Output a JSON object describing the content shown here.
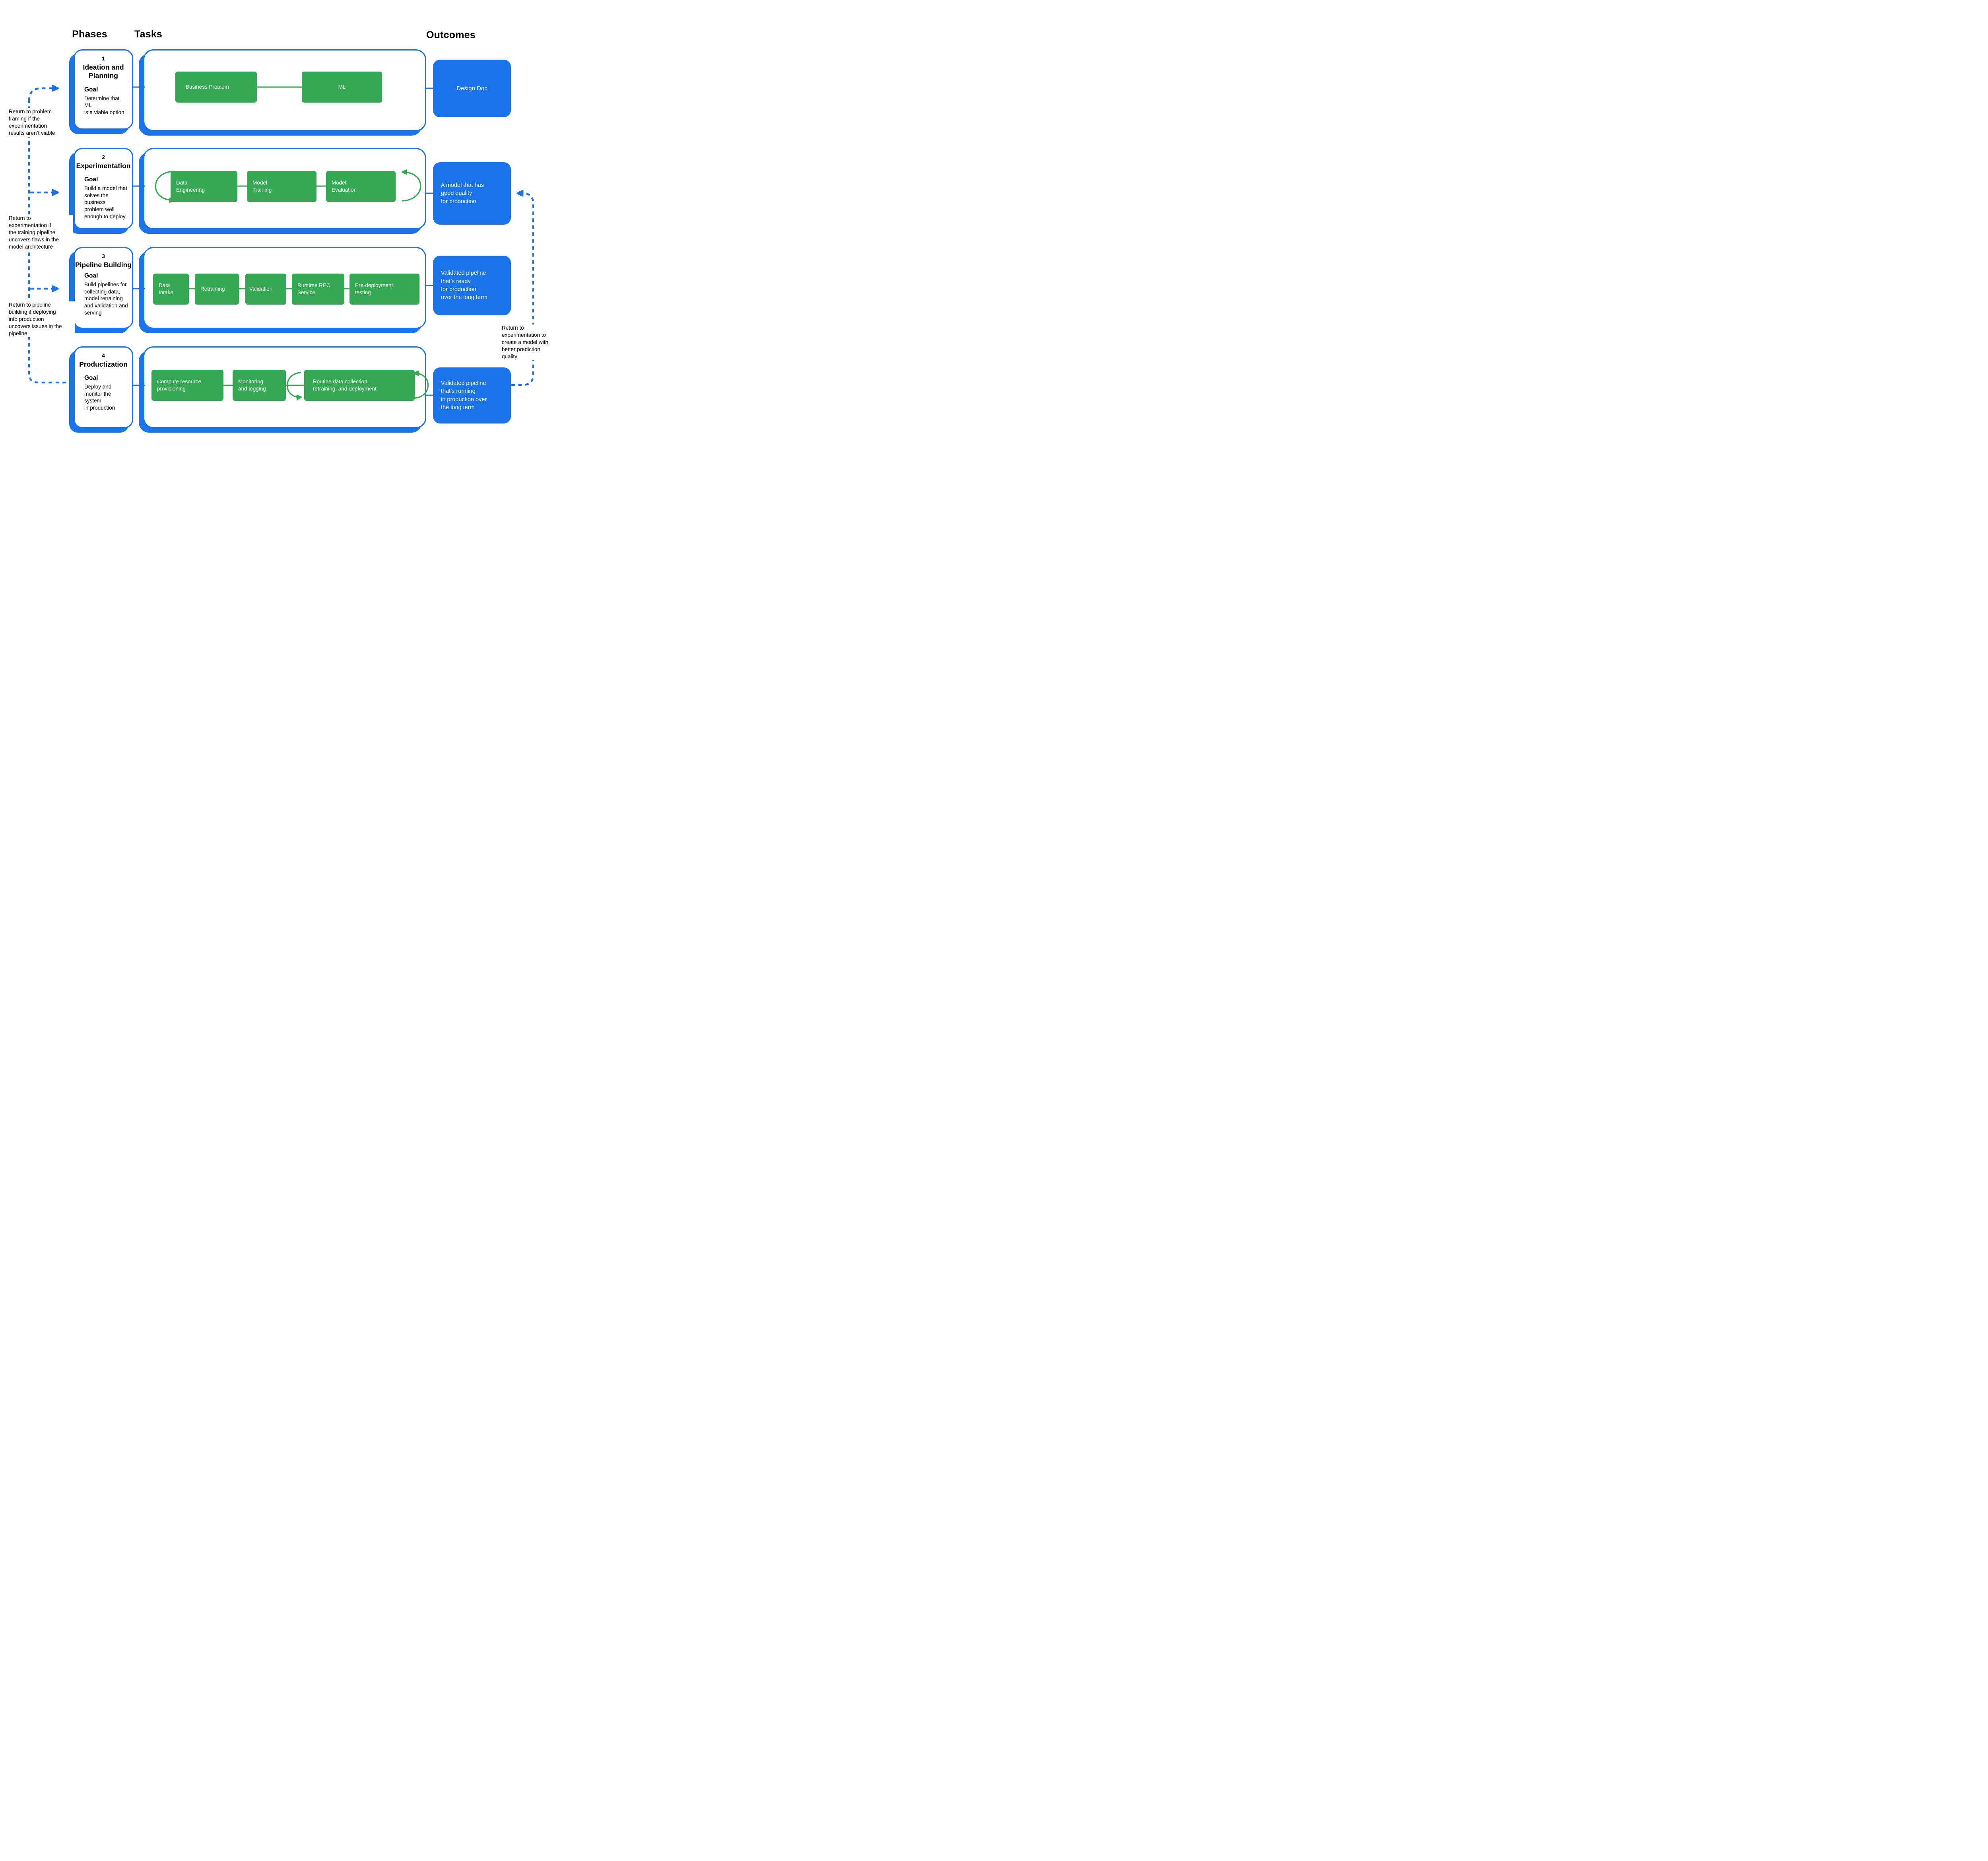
{
  "header": {
    "phases": "Phases",
    "tasks": "Tasks",
    "outcomes": "Outcomes"
  },
  "palette": {
    "blue": "#1A73E8",
    "green": "#34A853",
    "text": "#000000"
  },
  "phases": [
    {
      "number": "1",
      "title": "Ideation and\nPlanning",
      "goal_label": "Goal",
      "goal_text": "Determine that ML\nis a viable option"
    },
    {
      "number": "2",
      "title": "Experimentation",
      "goal_label": "Goal",
      "goal_text": "Build a model that\nsolves the business\nproblem well\nenough to deploy"
    },
    {
      "number": "3",
      "title": "Pipeline Building",
      "goal_label": "Goal",
      "goal_text": "Build pipelines for\ncollecting data,\nmodel retraining\nand validation and\nserving"
    },
    {
      "number": "4",
      "title": "Productization",
      "goal_label": "Goal",
      "goal_text": "Deploy and\nmonitor the system\nin production"
    }
  ],
  "task_rows": [
    [
      "Business Problem",
      "ML"
    ],
    [
      "Data\nEngineering",
      "Model\nTraining",
      "Model\nEvaluation"
    ],
    [
      "Data\nIntake",
      "Retraining",
      "Validation",
      "Runtime RPC\nService",
      "Pre-deployment\ntesting"
    ],
    [
      "Compute resource\nprovisioning",
      "Monitoring\nand logging",
      "Routine data collection,\nretraining, and deployment"
    ]
  ],
  "outcomes": [
    "Design Doc",
    "A model that has\ngood quality\nfor production",
    "Validated pipeline\nthat’s ready\nfor production\nover the long term",
    "Validated pipeline\nthat’s running\nin production over\nthe long term"
  ],
  "annotations": {
    "left": [
      "Return to problem\nframing if the\nexperimentation\nresults aren’t viable",
      "Return to\nexperimentation if\nthe training pipeline\nuncovers flaws in the\nmodel architecture",
      "Return to pipeline\nbuilding if deploying\ninto production\nuncovers issues in the\npipeline"
    ],
    "right": "Return to\nexperimentation to\ncreate a model with\nbetter prediction\nquality"
  }
}
